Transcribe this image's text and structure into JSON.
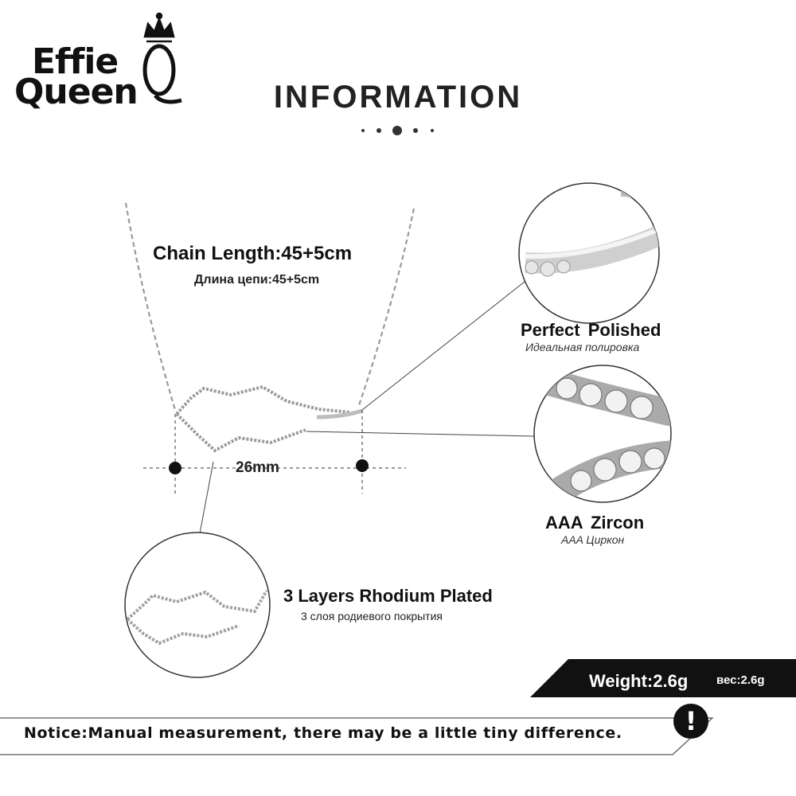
{
  "brand": {
    "line1": "Effie",
    "line2": "Queen"
  },
  "header": {
    "title": "INFORMATION"
  },
  "chain": {
    "label": "Chain Length:45+5cm",
    "label_ru": "Длина цепи:45+5cm"
  },
  "pendant": {
    "width_label": "26mm"
  },
  "features": {
    "polished": {
      "label": "Perfect  Polished",
      "label_ru": "Идеальная полировка"
    },
    "zircon": {
      "label": "AAA  Zircon",
      "label_ru": "AAA Циркон"
    },
    "rhodium": {
      "label": "3 Layers Rhodium Plated",
      "label_ru": "3 слоя родиевого покрытия"
    }
  },
  "weight": {
    "label": "Weight:2.6g",
    "label_ru": "вес:2.6g"
  },
  "notice": {
    "text": "Notice:Manual measurement, there may be a little tiny difference."
  },
  "icons": {
    "notice": "exclamation-icon",
    "crown": "crown-icon"
  },
  "colors": {
    "dark_band": "#111111",
    "silver": "#9a9a9a",
    "ink": "#1a1a1a"
  }
}
